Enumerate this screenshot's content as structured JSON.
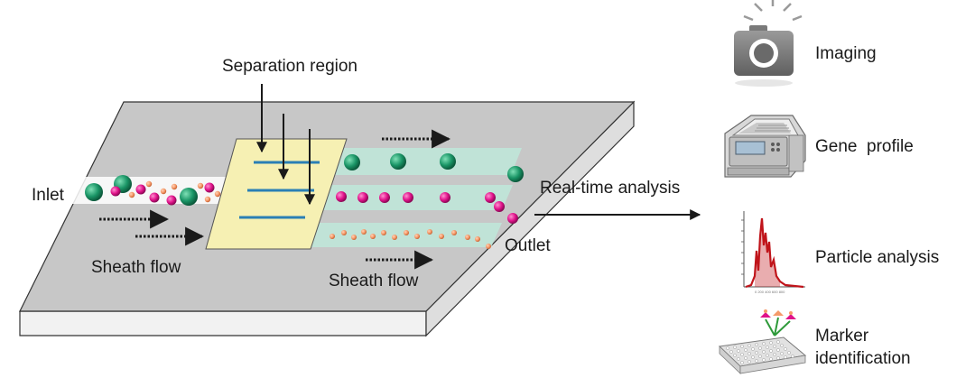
{
  "labels": {
    "separation_region": "Separation region",
    "inlet": "Inlet",
    "sheath_flow_left": "Sheath flow",
    "sheath_flow_right": "Sheath flow",
    "outlet": "Outlet",
    "realtime": "Real-time analysis"
  },
  "analysis_items": [
    {
      "label_lines": [
        "Imaging"
      ],
      "icon": "camera-icon"
    },
    {
      "label_lines": [
        "Gene  profile"
      ],
      "icon": "thermocycler-icon"
    },
    {
      "label_lines": [
        "Particle analysis"
      ],
      "icon": "histogram-icon"
    },
    {
      "label_lines": [
        "Marker",
        "identification"
      ],
      "icon": "microplate-icon"
    }
  ],
  "colors": {
    "chip_top": "#c7c7c7",
    "chip_side": "#f0f0f0",
    "separation_zone": "#f6f0b3",
    "separation_lines": "#2a7fb5",
    "flow_lane": "#bfe6d8",
    "large_particle": "#1a9566",
    "medium_particle": "#e0128a",
    "small_particle": "#f59a6a",
    "arrow": "#1a1a1a",
    "histogram": "#c0141b"
  }
}
